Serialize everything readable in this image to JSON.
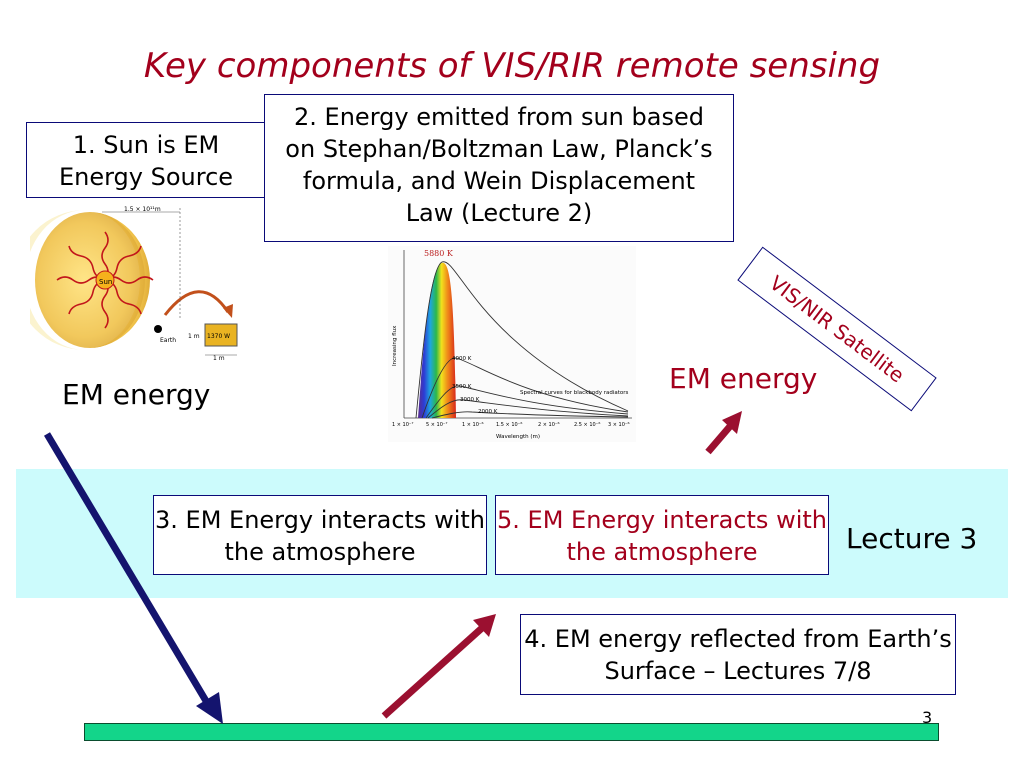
{
  "slide": {
    "title": "Key components of VIS/RIR remote sensing",
    "page_number": "3"
  },
  "boxes": {
    "sun_source": "1. Sun is EM Energy Source",
    "energy_emitted": "2. Energy emitted from sun based on Stephan/Boltzman Law, Planck’s formula, and Wein Displacement Law (Lecture 2)",
    "atmosphere_down": "3. EM Energy interacts with the atmosphere",
    "reflected": "4. EM energy reflected from Earth’s Surface – Lectures 7/8",
    "atmosphere_up": "5. EM Energy interacts with the atmosphere"
  },
  "labels": {
    "em_energy_left": "EM energy",
    "em_energy_right": "EM energy",
    "satellite": "VIS/NIR Satellite",
    "lecture3": "Lecture 3"
  },
  "sun_figure": {
    "distance": "1.5 × 10¹¹m",
    "sun": "Sun",
    "earth": "Earth",
    "side": "1 m",
    "bottom": "1 m",
    "flux": "1370 W"
  },
  "spectrum_figure": {
    "temp_5880": "5880 K",
    "temp_4000": "4000 K",
    "temp_3500": "3500 K",
    "temp_3000": "3000 K",
    "temp_2000": "2000 K",
    "ylabel": "Increasing flux",
    "xlabel": "Wavelength (m)",
    "caption": "Spectral curves for blackbody radiators",
    "ticks": [
      "1 × 10⁻⁷",
      "5 × 10⁻⁷",
      "1 × 10⁻⁶",
      "1.5 × 10⁻⁶",
      "2 × 10⁻⁶",
      "2.5 × 10⁻⁶",
      "3 × 10⁻⁶"
    ]
  },
  "colors": {
    "title": "#a3001c",
    "box_border": "#0a0a78",
    "band": "#ccfbfc",
    "ground": "#13d58a",
    "arrow_down": "#14146e",
    "arrow_up": "#9b1030"
  }
}
